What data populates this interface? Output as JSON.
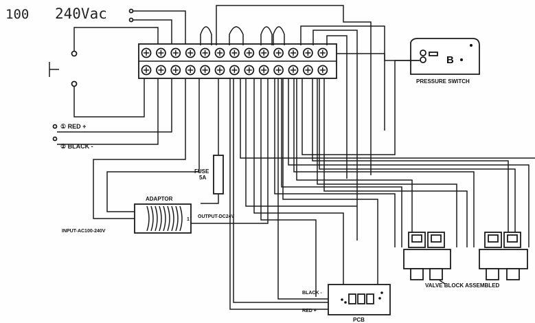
{
  "header": {
    "number": "100",
    "voltage": "240Vac"
  },
  "wires": {
    "red": "① RED +",
    "black": "② BLACK -"
  },
  "fuse": {
    "line1": "FUSE",
    "line2": "5A"
  },
  "adaptor": {
    "label": "ADAPTOR",
    "input": "INPUT-AC100-240V",
    "output": "OUTPUT-DC24V"
  },
  "pressure_switch": {
    "label": "PRESSURE SWITCH",
    "letter": "B"
  },
  "valve": {
    "label": "VALVE BLOCK ASSEMBLED"
  },
  "pcb": {
    "label": "PCB",
    "black": "BLACK -",
    "red": "RED +"
  }
}
